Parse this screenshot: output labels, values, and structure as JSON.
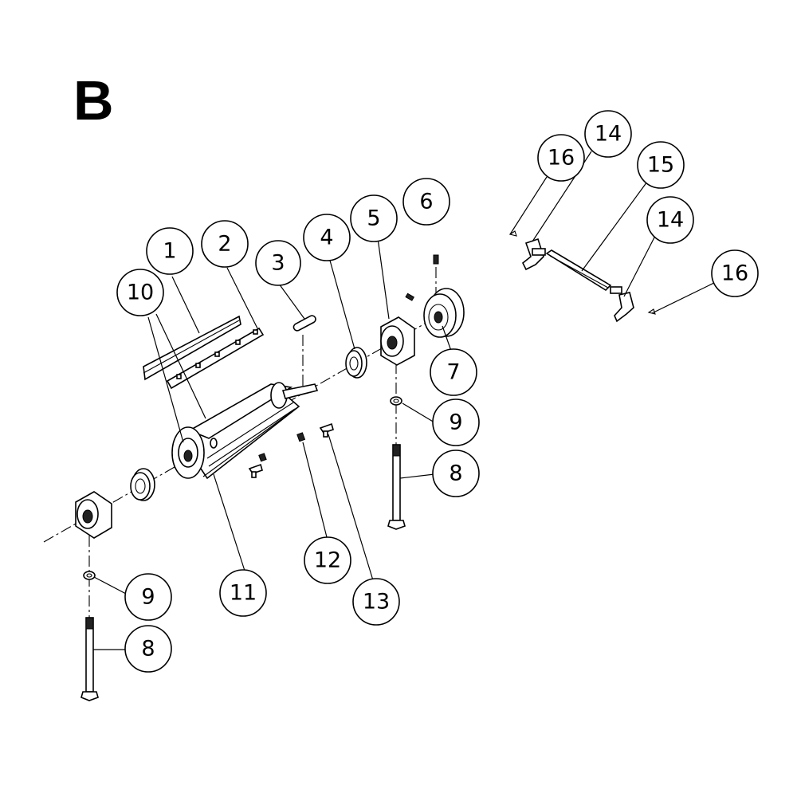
{
  "section_label": "B",
  "callouts": {
    "c1": "1",
    "c2": "2",
    "c3": "3",
    "c4": "4",
    "c5": "5",
    "c6": "6",
    "c7": "7",
    "c8a": "8",
    "c8b": "8",
    "c9a": "9",
    "c9b": "9",
    "c10": "10",
    "c11": "11",
    "c12": "12",
    "c13": "13",
    "c14a": "14",
    "c14b": "14",
    "c15": "15",
    "c16a": "16",
    "c16b": "16"
  }
}
